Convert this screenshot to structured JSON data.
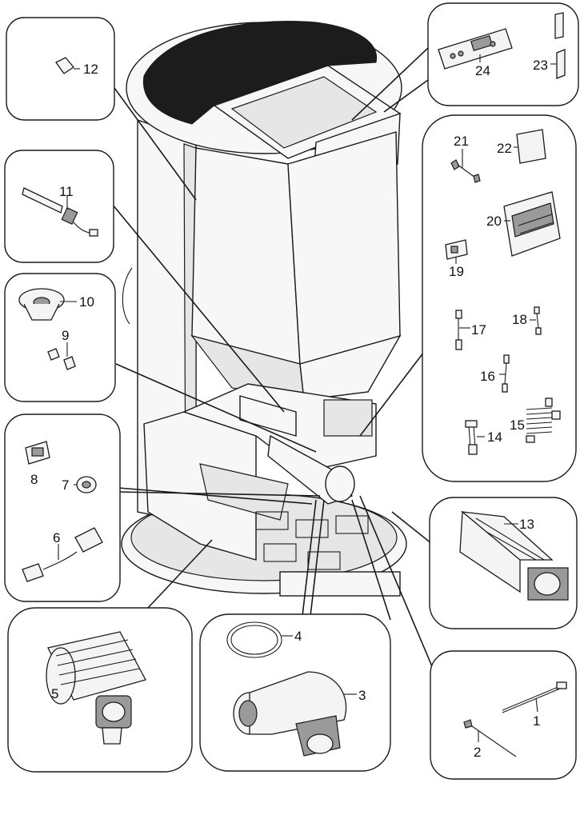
{
  "diagram": {
    "labels": {
      "p1": "1",
      "p2": "2",
      "p3": "3",
      "p4": "4",
      "p5": "5",
      "p6": "6",
      "p7": "7",
      "p8": "8",
      "p9": "9",
      "p10": "10",
      "p11": "11",
      "p12": "12",
      "p13": "13",
      "p14": "14",
      "p15": "15",
      "p16": "16",
      "p17": "17",
      "p18": "18",
      "p19": "19",
      "p20": "20",
      "p21": "21",
      "p22": "22",
      "p23": "23",
      "p24": "24"
    },
    "colors": {
      "line": "#1a1a1a",
      "fill": "#f4f4f4",
      "shade": "#9a9a9a",
      "background": "#ffffff"
    }
  }
}
